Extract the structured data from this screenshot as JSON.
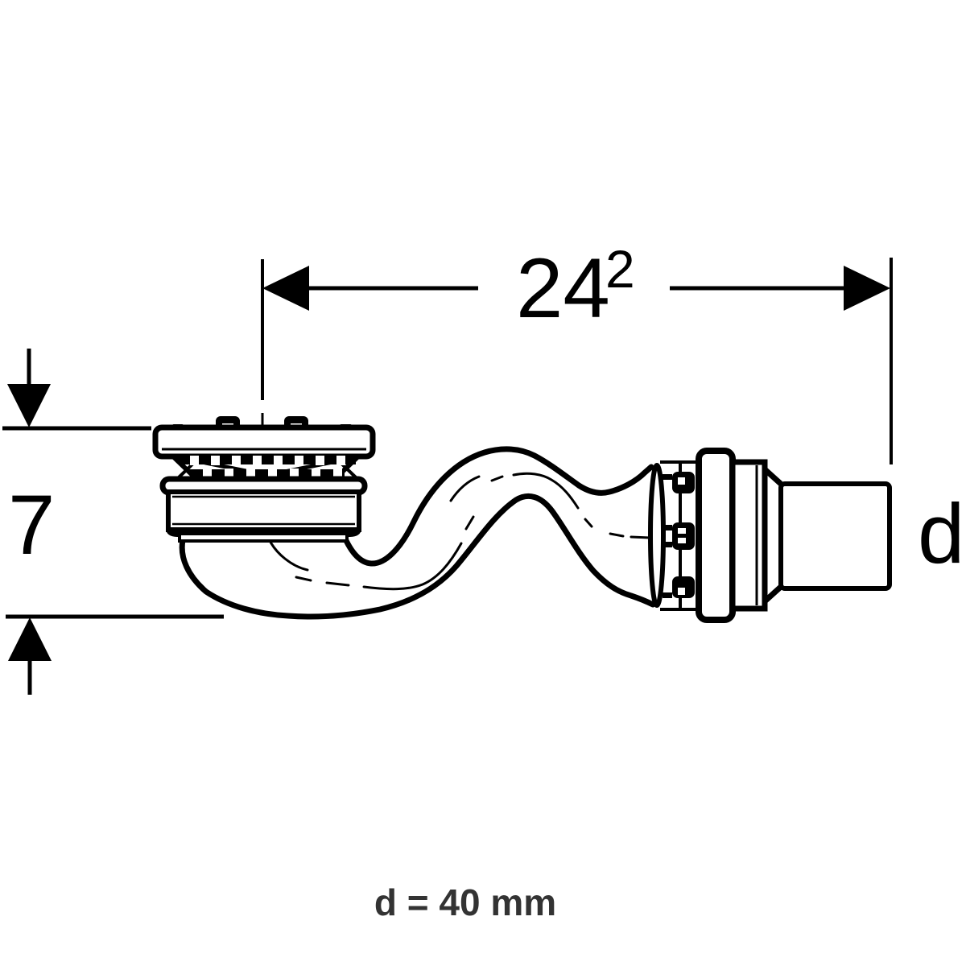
{
  "meta": {
    "background_color": "#ffffff",
    "line_color": "#000000",
    "caption_color": "#333333",
    "drawing_subject": "shower-drain-trap-technical-diagram"
  },
  "labels": {
    "dim_width_value": "24",
    "dim_width_sup": "2",
    "dim_height_value": "7",
    "dim_diameter": "d",
    "caption": "d = 40 mm"
  }
}
